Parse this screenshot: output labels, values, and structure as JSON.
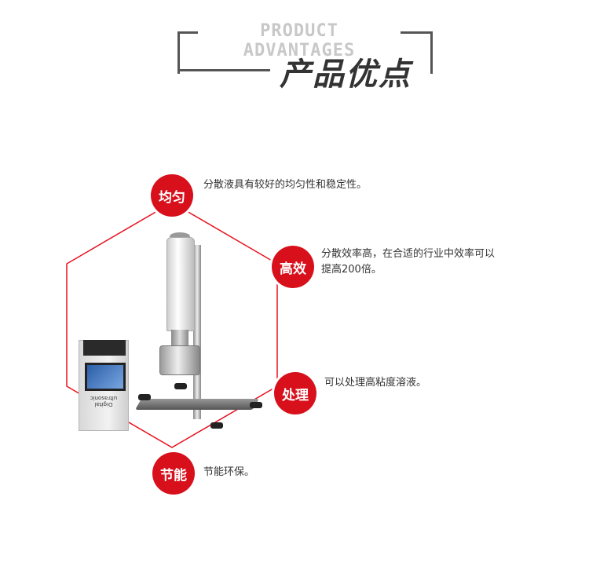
{
  "header": {
    "subtitle": "PRODUCT ADVANTAGES",
    "title": "产品优点"
  },
  "colors": {
    "accent": "#d7101c",
    "frame": "#e8101e",
    "heading": "#333333",
    "subtitle": "#c8c8c8"
  },
  "features": [
    {
      "badge": "均匀",
      "text": "分散液具有较好的均匀性和稳定性。"
    },
    {
      "badge": "高效",
      "text_line1": "分散效率高，在合适的行业中效率可以",
      "text_line2": "提高200倍。"
    },
    {
      "badge": "处理",
      "text": "可以处理高粘度溶液。"
    },
    {
      "badge": "节能",
      "text": "节能环保。"
    }
  ],
  "device": {
    "label": "Digital ultrasonic"
  }
}
